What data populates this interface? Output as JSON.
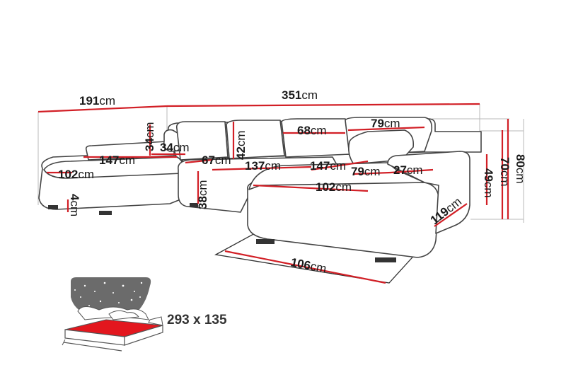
{
  "colors": {
    "dimension_line": "#d21f26",
    "outline": "#444444",
    "background": "#ffffff",
    "bed_surface": "#e3171e",
    "starfield": "#6b6b6b"
  },
  "dimensions": {
    "total_width": {
      "value": "351",
      "unit": "cm"
    },
    "left_depth": {
      "value": "191",
      "unit": "cm"
    },
    "back_cushion_width": {
      "value": "68",
      "unit": "cm"
    },
    "right_cushion_width": {
      "value": "79",
      "unit": "cm"
    },
    "pillow_height": {
      "value": "34",
      "unit": "cm"
    },
    "pillow_width": {
      "value": "34",
      "unit": "cm"
    },
    "chaise_length": {
      "value": "147",
      "unit": "cm"
    },
    "back_height": {
      "value": "42",
      "unit": "cm"
    },
    "seat_depth": {
      "value": "67",
      "unit": "cm"
    },
    "middle_width": {
      "value": "137",
      "unit": "cm"
    },
    "right_seat_length": {
      "value": "147",
      "unit": "cm"
    },
    "right_seat_width": {
      "value": "79",
      "unit": "cm"
    },
    "arm_width": {
      "value": "27",
      "unit": "cm"
    },
    "left_chaise_width": {
      "value": "102",
      "unit": "cm"
    },
    "right_chaise_width": {
      "value": "102",
      "unit": "cm"
    },
    "leg_height": {
      "value": "4",
      "unit": "cm"
    },
    "seat_height": {
      "value": "38",
      "unit": "cm"
    },
    "arm_height": {
      "value": "49",
      "unit": "cm"
    },
    "back_total": {
      "value": "70",
      "unit": "cm"
    },
    "total_height": {
      "value": "80",
      "unit": "cm"
    },
    "right_depth": {
      "value": "119",
      "unit": "cm"
    },
    "floor_length": {
      "value": "106",
      "unit": "cm"
    }
  },
  "bed": {
    "size_label": "293 x 135",
    "icon": "sofa-bed-icon"
  }
}
